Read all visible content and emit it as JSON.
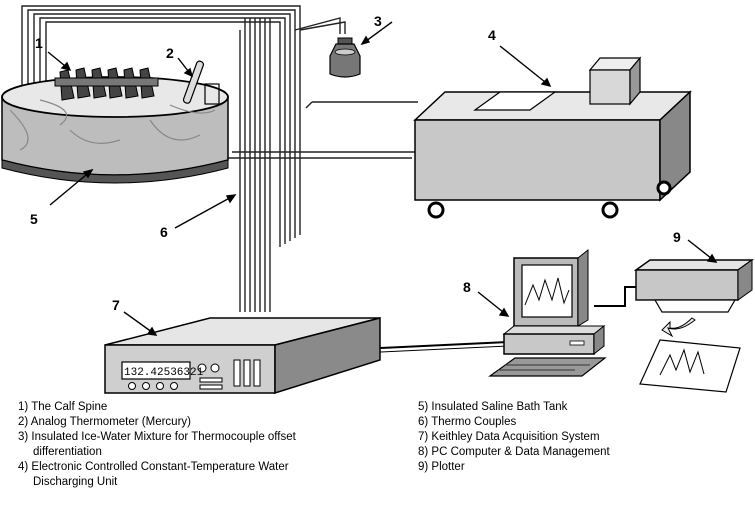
{
  "callouts": {
    "n1": "1",
    "n2": "2",
    "n3": "3",
    "n4": "4",
    "n5": "5",
    "n6": "6",
    "n7": "7",
    "n8": "8",
    "n9": "9"
  },
  "daq_display": "132.42536321",
  "legend_left": [
    "1) The Calf Spine",
    "2) Analog Thermometer (Mercury)",
    "3) Insulated Ice-Water Mixture for Thermocouple offset",
    "differentiation",
    "4) Electronic Controlled Constant-Temperature Water",
    "Discharging Unit"
  ],
  "legend_right": [
    "5) Insulated Saline Bath Tank",
    "6) Thermo Couples",
    "7) Keithley Data Acquisition System",
    "8) PC Computer & Data Management",
    "9) Plotter"
  ]
}
